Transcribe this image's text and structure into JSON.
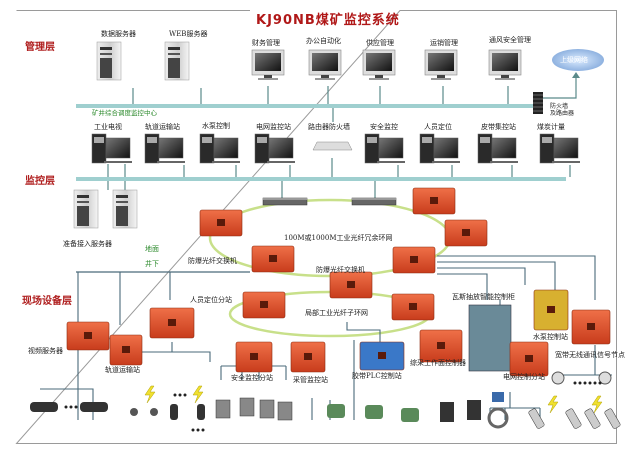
{
  "title": "KJ90NB煤矿监控系统",
  "layers": {
    "management": "管理层",
    "monitoring": "监控层",
    "field": "现场设备层"
  },
  "management": {
    "servers": [
      {
        "label": "数据服务器"
      },
      {
        "label": "WEB服务器"
      }
    ],
    "workstations": [
      {
        "label": "财务管理"
      },
      {
        "label": "办公自动化"
      },
      {
        "label": "供应管理"
      },
      {
        "label": "运销管理"
      },
      {
        "label": "通风安全管理"
      }
    ],
    "cloud": "上级网络",
    "firewall": "防火墙\n及路由器",
    "center_label": "矿井综合调度监控中心"
  },
  "monitoring": {
    "workstations": [
      {
        "label": "工业电视"
      },
      {
        "label": "轨道运输站"
      },
      {
        "label": "水泵控制"
      },
      {
        "label": "电网监控站"
      },
      {
        "label": "路由器防火墙"
      },
      {
        "label": "安全监控"
      },
      {
        "label": "人员定位"
      },
      {
        "label": "皮带集控站"
      },
      {
        "label": "煤炭计量"
      }
    ],
    "access_server": "准备接入服务器",
    "surface": "地面",
    "underground": "井下"
  },
  "network": {
    "ring_main": "100M或1000M工业光纤冗余环网",
    "ring_sub": "局部工业光纤子环网",
    "switch_left": "防爆光纤交换机",
    "switch_center": "防爆光纤交换机"
  },
  "field": {
    "devices": [
      {
        "label": "视频服务器"
      },
      {
        "label": "轨道运输站"
      },
      {
        "label": "人员定位分站"
      },
      {
        "label": "安全监控分站"
      },
      {
        "label": "采管监控站"
      },
      {
        "label": "胶带PLC控制站"
      },
      {
        "label": "综采工作面控制器"
      },
      {
        "label": "瓦斯抽放智能控制柜"
      },
      {
        "label": "水泵控制站"
      },
      {
        "label": "电网控制分站"
      },
      {
        "label": "宽带无线通讯信号节点"
      }
    ]
  },
  "colors": {
    "title": "#b01818",
    "bus": "#9fcfcf",
    "ring": "#c8e08a",
    "device_red": "#e0562e",
    "device_blue": "#3a78c8",
    "device_yellow": "#d8b030",
    "wire": "#4a6a7a"
  }
}
